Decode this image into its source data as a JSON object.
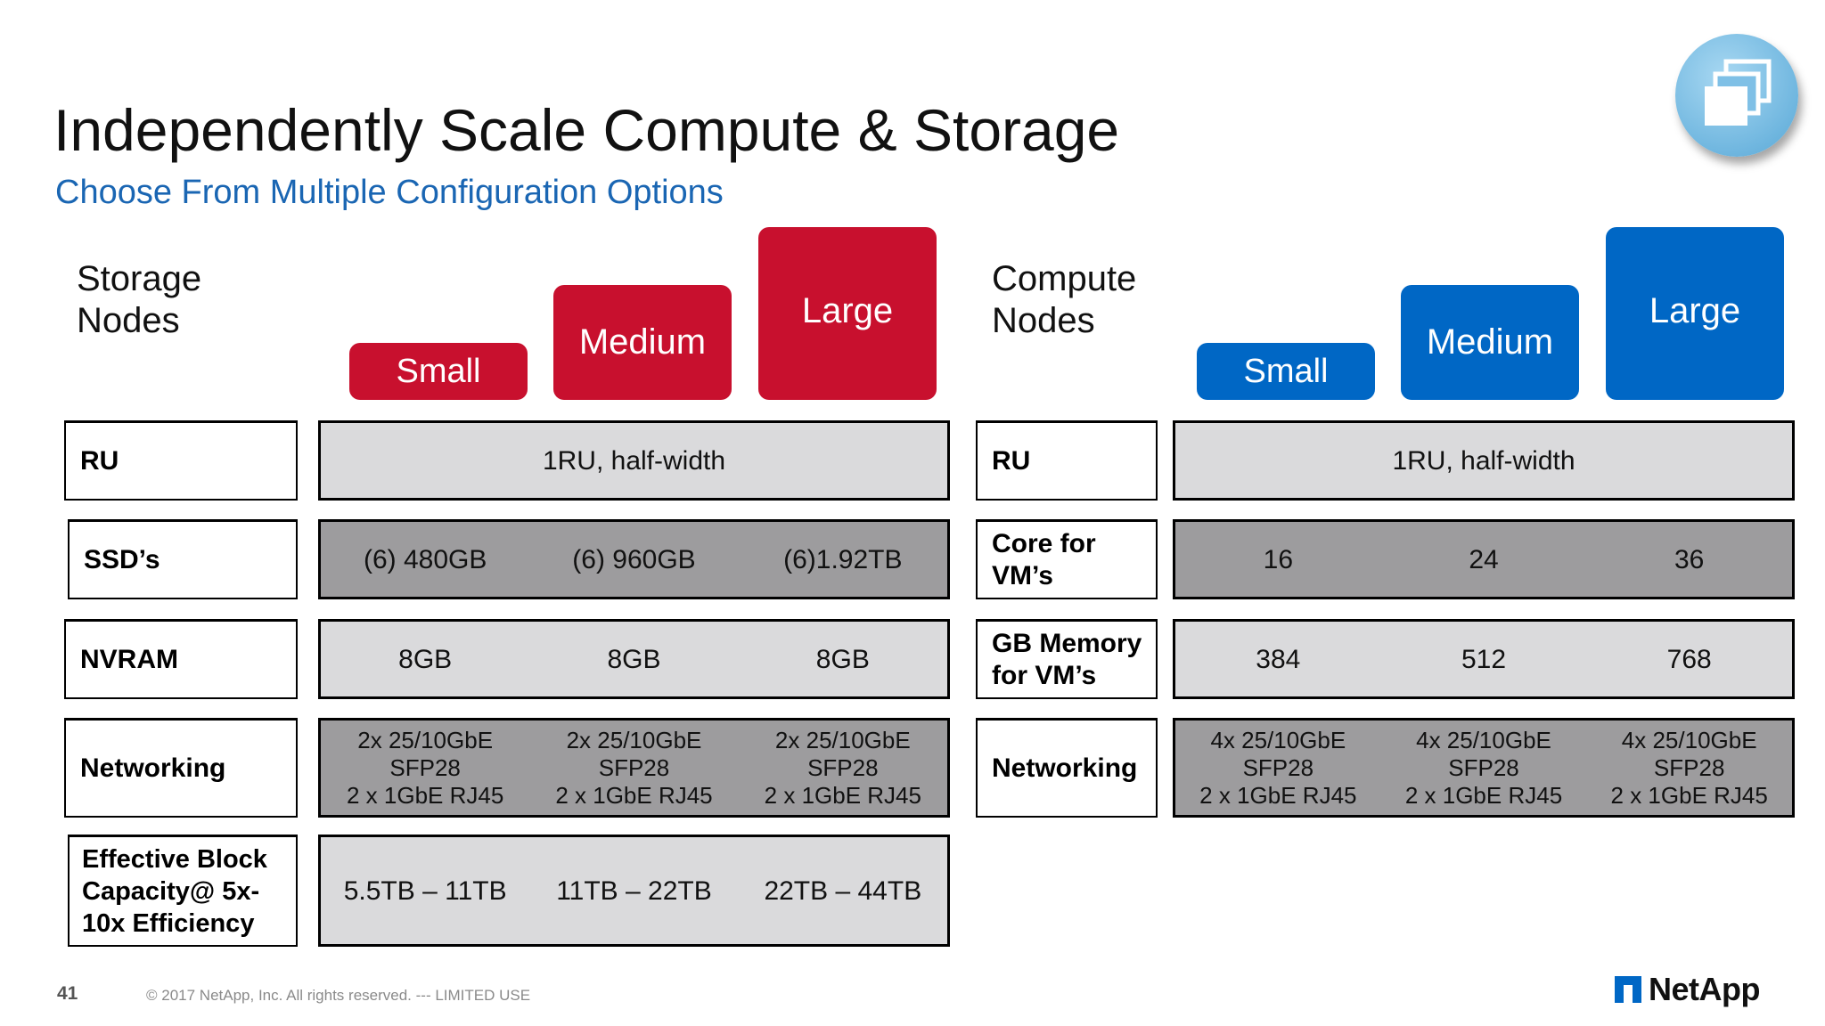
{
  "header": {
    "title": "Independently Scale Compute & Storage",
    "subtitle": "Choose From Multiple Configuration Options",
    "badge_icon": "stacked-windows-icon"
  },
  "colors": {
    "storage_accent": "#c8102e",
    "compute_accent": "#0067c5",
    "subtitle": "#1a66b3",
    "light_cell": "#dadadc",
    "dark_cell": "#9d9c9e"
  },
  "storage": {
    "label": "Storage\nNodes",
    "sizes": {
      "small": "Small",
      "medium": "Medium",
      "large": "Large"
    },
    "rows": {
      "ru": {
        "label": "RU",
        "value": "1RU, half-width"
      },
      "ssd": {
        "label": "SSD’s",
        "values": [
          "(6) 480GB",
          "(6) 960GB",
          "(6)1.92TB"
        ]
      },
      "nvram": {
        "label": "NVRAM",
        "values": [
          "8GB",
          "8GB",
          "8GB"
        ]
      },
      "net": {
        "label": "Networking",
        "values": [
          "2x 25/10GbE\nSFP28\n2 x 1GbE RJ45",
          "2x 25/10GbE\nSFP28\n2 x 1GbE RJ45",
          "2x 25/10GbE\nSFP28\n2 x 1GbE RJ45"
        ]
      },
      "cap": {
        "label": "Effective Block Capacity@ 5x-10x Efficiency",
        "values": [
          "5.5TB – 11TB",
          "11TB – 22TB",
          "22TB – 44TB"
        ]
      }
    }
  },
  "compute": {
    "label": "Compute\nNodes",
    "sizes": {
      "small": "Small",
      "medium": "Medium",
      "large": "Large"
    },
    "rows": {
      "ru": {
        "label": "RU",
        "value": "1RU, half-width"
      },
      "core": {
        "label": "Core for VM’s",
        "values": [
          "16",
          "24",
          "36"
        ]
      },
      "mem": {
        "label": "GB Memory for VM’s",
        "values": [
          "384",
          "512",
          "768"
        ]
      },
      "net": {
        "label": "Networking",
        "values": [
          "4x 25/10GbE\nSFP28\n2 x 1GbE RJ45",
          "4x 25/10GbE\nSFP28\n2 x 1GbE RJ45",
          "4x 25/10GbE\nSFP28\n2 x 1GbE RJ45"
        ]
      }
    }
  },
  "footer": {
    "page_number": "41",
    "copyright": "© 2017 NetApp, Inc. All rights reserved.  ---  LIMITED USE",
    "brand": "NetApp",
    "brand_icon": "netapp-logo-icon"
  }
}
